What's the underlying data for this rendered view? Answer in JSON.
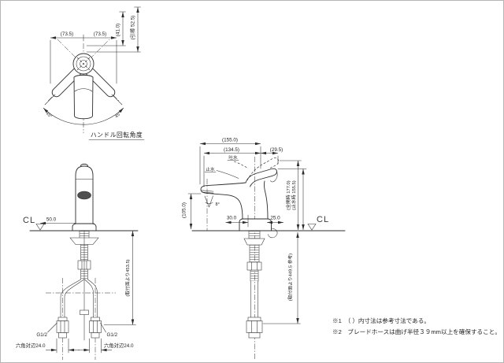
{
  "colors": {
    "line": "#2d2d2d",
    "background": "#ffffff",
    "aerator_fill": "#4f4f4f"
  },
  "top_view": {
    "dim_width_left": "(73.5)",
    "dim_width_right": "(73.5)",
    "dim_depth": "(41.0)",
    "dim_lift_rod": "(引棒 52.5)",
    "rotation_left": "45°",
    "rotation_right": "45°",
    "caption": "ハンドル回転角度"
  },
  "front_view": {
    "centerline_label": "CL",
    "dim_offset": "50.0",
    "dim_below_counter": "(取付面より453.5)",
    "thread_left": "G1/2",
    "thread_right": "G1/2",
    "hex_left": "六角対辺24.0",
    "hex_right": "六角対辺24.0"
  },
  "side_view": {
    "dim_total": "(155.0)",
    "dim_reach": "(134.5)",
    "dim_handle_over": "(29.5)",
    "label_discharge": "吐水",
    "label_stop": "止水",
    "dim_open_height": "(全開時 177.0)",
    "dim_closed_height": "(止水時 155.5)",
    "dim_spout_height": "(105.0)",
    "dim_front": "30.0",
    "dim_rear": "25.0",
    "spout_angle": "8°",
    "centerline_label": "CL",
    "dim_below_counter": "(取付面より449.5 参考)"
  },
  "notes": {
    "note1": "※1　（ ）内寸法は参考寸法である。",
    "note2": "※2　ブレードホースは曲げ半径３９mm以上を確保すること。"
  }
}
